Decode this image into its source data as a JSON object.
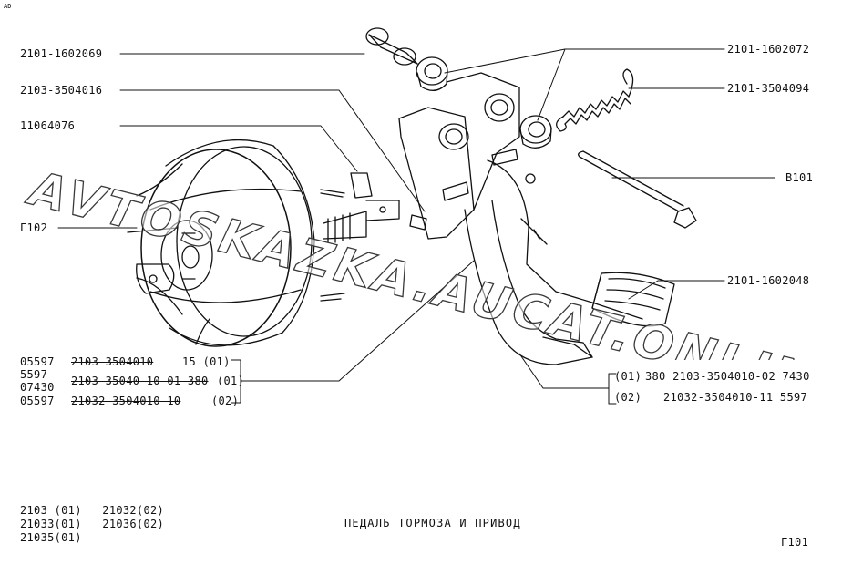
{
  "corner_mark": "AD",
  "callouts": {
    "c1": "2101-1602069",
    "c2": "2103-3504016",
    "c3": "11064076",
    "c4": "Г102",
    "c5": "2101-1602072",
    "c6": "2101-3504094",
    "c7": "В101",
    "c8": "2101-1602048"
  },
  "parts_left": [
    {
      "code": "05597",
      "part": "2103-3504010",
      "qty": "15 (01)"
    },
    {
      "code": "5597",
      "part": "",
      "qty": ""
    },
    {
      "code": "07430",
      "part": "2103-35040 10-01 380",
      "qty": "(01)"
    },
    {
      "code": "05597",
      "part": "21032-3504010-10",
      "qty": "(02)"
    }
  ],
  "parts_right": [
    {
      "variant": "(01)",
      "text": "380 2103-3504010-02  7430"
    },
    {
      "variant": "(02)",
      "text": "21032-3504010-11  5597"
    }
  ],
  "models": {
    "r1": "2103 (01)   21032(02)",
    "r2": "21033(01)   21036(02)",
    "r3": "21035(01)"
  },
  "title": "ПЕДАЛЬ ТОРМОЗА И ПРИВОД",
  "page_code": "Г101",
  "watermark": "AVTOSKAZKA.AUCAT.ONLINE",
  "colors": {
    "ink": "#111111",
    "watermark_fill": "#ffffff",
    "watermark_stroke": "#3a3a3a"
  }
}
